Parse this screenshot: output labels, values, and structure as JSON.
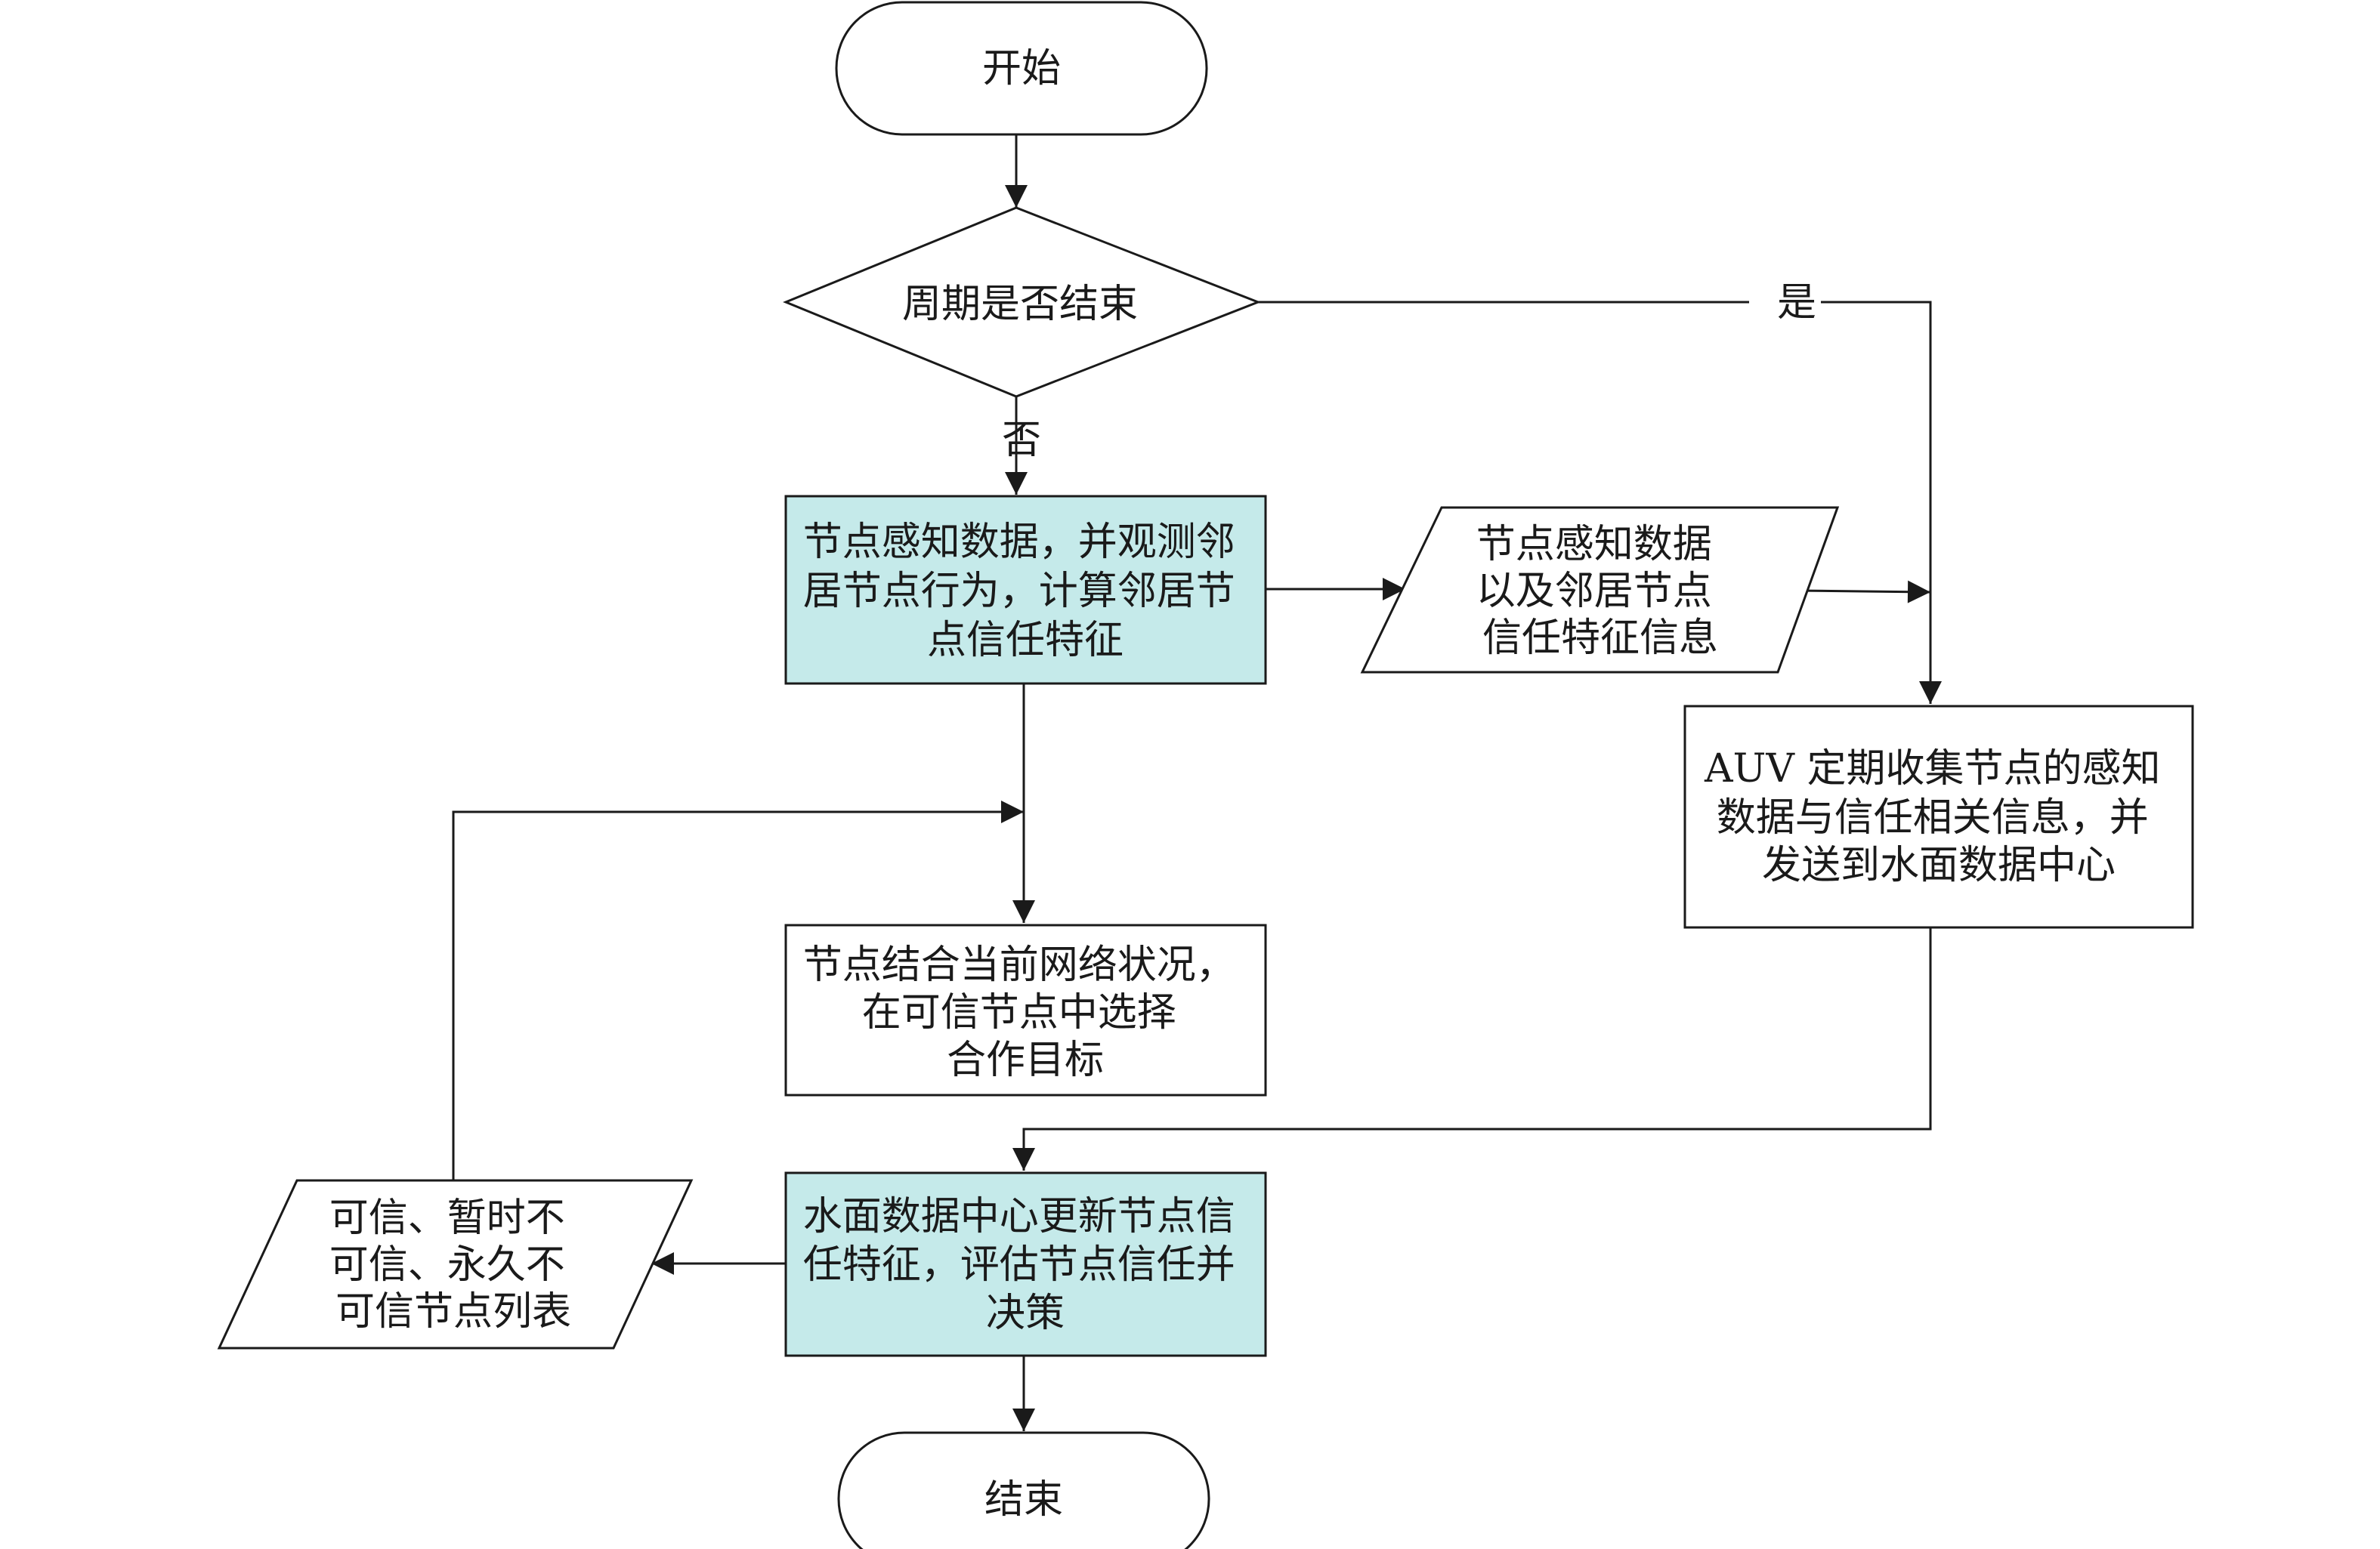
{
  "flowchart": {
    "start": "开始",
    "decision": "周期是否结束",
    "yes_label": "是",
    "no_label": "否",
    "sense_process": [
      "节点感知数据，并观测邻",
      "居节点行为，计算邻居节",
      "点信任特征"
    ],
    "sense_output": [
      "节点感知数据",
      "以及邻居节点",
      "信任特征信息"
    ],
    "auv_process": [
      "AUV 定期收集节点的感知",
      "数据与信任相关信息，并",
      "发送到水面数据中心"
    ],
    "select_process": [
      "节点结合当前网络状况，",
      "在可信节点中选择",
      "合作目标"
    ],
    "center_process": [
      "水面数据中心更新节点信",
      "任特征，评估节点信任并",
      "决策"
    ],
    "trust_list": [
      "可信、暂时不",
      "可信、永久不",
      "可信节点列表"
    ],
    "end": "结束"
  },
  "colors": {
    "highlight_fill": "#c5eaea",
    "plain_fill": "#ffffff",
    "stroke": "#1a1a1a"
  }
}
